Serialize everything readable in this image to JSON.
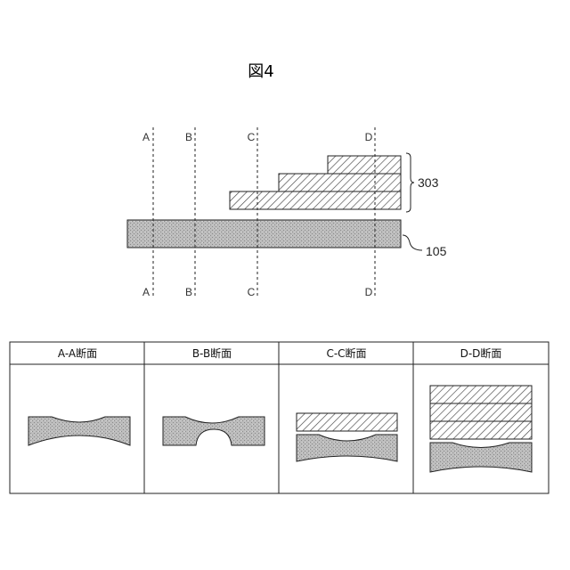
{
  "figure": {
    "title": "図4"
  },
  "section_lines": {
    "top_labels": [
      "A",
      "B",
      "C",
      "D"
    ],
    "bottom_labels": [
      "A",
      "B",
      "C",
      "D"
    ]
  },
  "reference_numerals": {
    "layer_stack": "303",
    "substrate": "105"
  },
  "cross_section_table": {
    "headers": [
      "A-A断面",
      "B-B断面",
      "C-C断面",
      "D-D断面"
    ]
  },
  "colors": {
    "line": "#222222",
    "fill_substrate": "#b8b8b8",
    "hatch": "#444444",
    "background": "#ffffff"
  },
  "patterns": {
    "substrate": "stipple-gray",
    "layers": "diagonal-hatch"
  }
}
